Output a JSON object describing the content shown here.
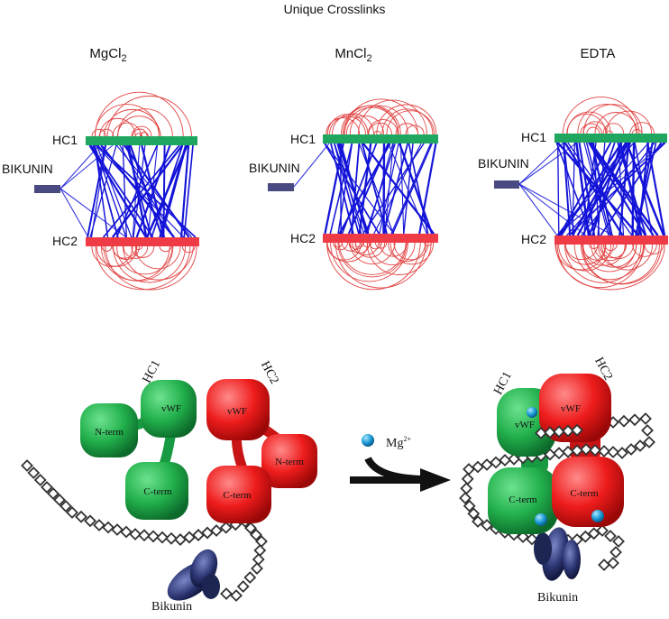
{
  "header": {
    "title": "Unique Crosslinks"
  },
  "panels": [
    {
      "condition": "MgCl",
      "subscript": "2",
      "hc1": "HC1",
      "hc2": "HC2",
      "bikunin": "BIKUNIN"
    },
    {
      "condition": "MnCl",
      "subscript": "2",
      "hc1": "HC1",
      "hc2": "HC2",
      "bikunin": "BIKUNIN"
    },
    {
      "condition": "EDTA",
      "subscript": "",
      "hc1": "HC1",
      "hc2": "HC2",
      "bikunin": "BIKUNIN"
    }
  ],
  "model_left": {
    "hc1_label": "HC1",
    "hc2_label": "HC2",
    "domains": {
      "nterm": "N-term",
      "vwf1": "vWF",
      "cterm1": "C-term",
      "vwf2": "vWF",
      "nterm2": "N-term",
      "cterm2": "C-term"
    },
    "bikunin": "Bikunin"
  },
  "arrow": {
    "ion": "Mg",
    "charge": "2+"
  },
  "model_right": {
    "hc1_label": "HC1",
    "hc2_label": "HC2",
    "domains": {
      "vwf1": "vWF",
      "vwf2": "vWF",
      "cterm1": "C-term",
      "cterm2": "C-term"
    },
    "bikunin": "Bikunin"
  },
  "colors": {
    "hc1": "#1fa760",
    "hc2": "#ef3b45",
    "bikunin": "#4a4a82",
    "interlink": "#1414d8",
    "intralink": "#e24545",
    "ion": "#1a9ad6"
  }
}
